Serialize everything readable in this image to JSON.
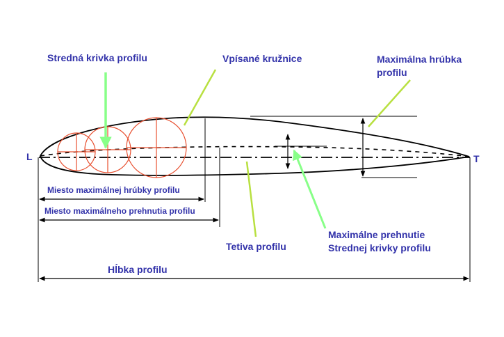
{
  "labels": {
    "leading_edge": "L",
    "trailing_edge": "T",
    "mean_camber_line": "Stredná krivka profilu",
    "inscribed_circles": "Vpísané kružnice",
    "max_thickness_1": "Maximálna hrúbka",
    "max_thickness_2": "profilu",
    "max_thickness_position": "Miesto maximálnej hrúbky profilu",
    "max_camber_position": "Miesto maximálneho prehnutia profilu",
    "chord": "Tetiva profilu",
    "max_camber_1": "Maximálne prehnutie",
    "max_camber_2": "Strednej krivky profilu",
    "profile_depth": "Hĺbka profilu"
  },
  "colors": {
    "label_text": "#3333aa",
    "circles": "#e85030",
    "pointer_green": "#88ff88",
    "pointer_yellowgreen": "#b8e040",
    "outline": "#000000"
  }
}
